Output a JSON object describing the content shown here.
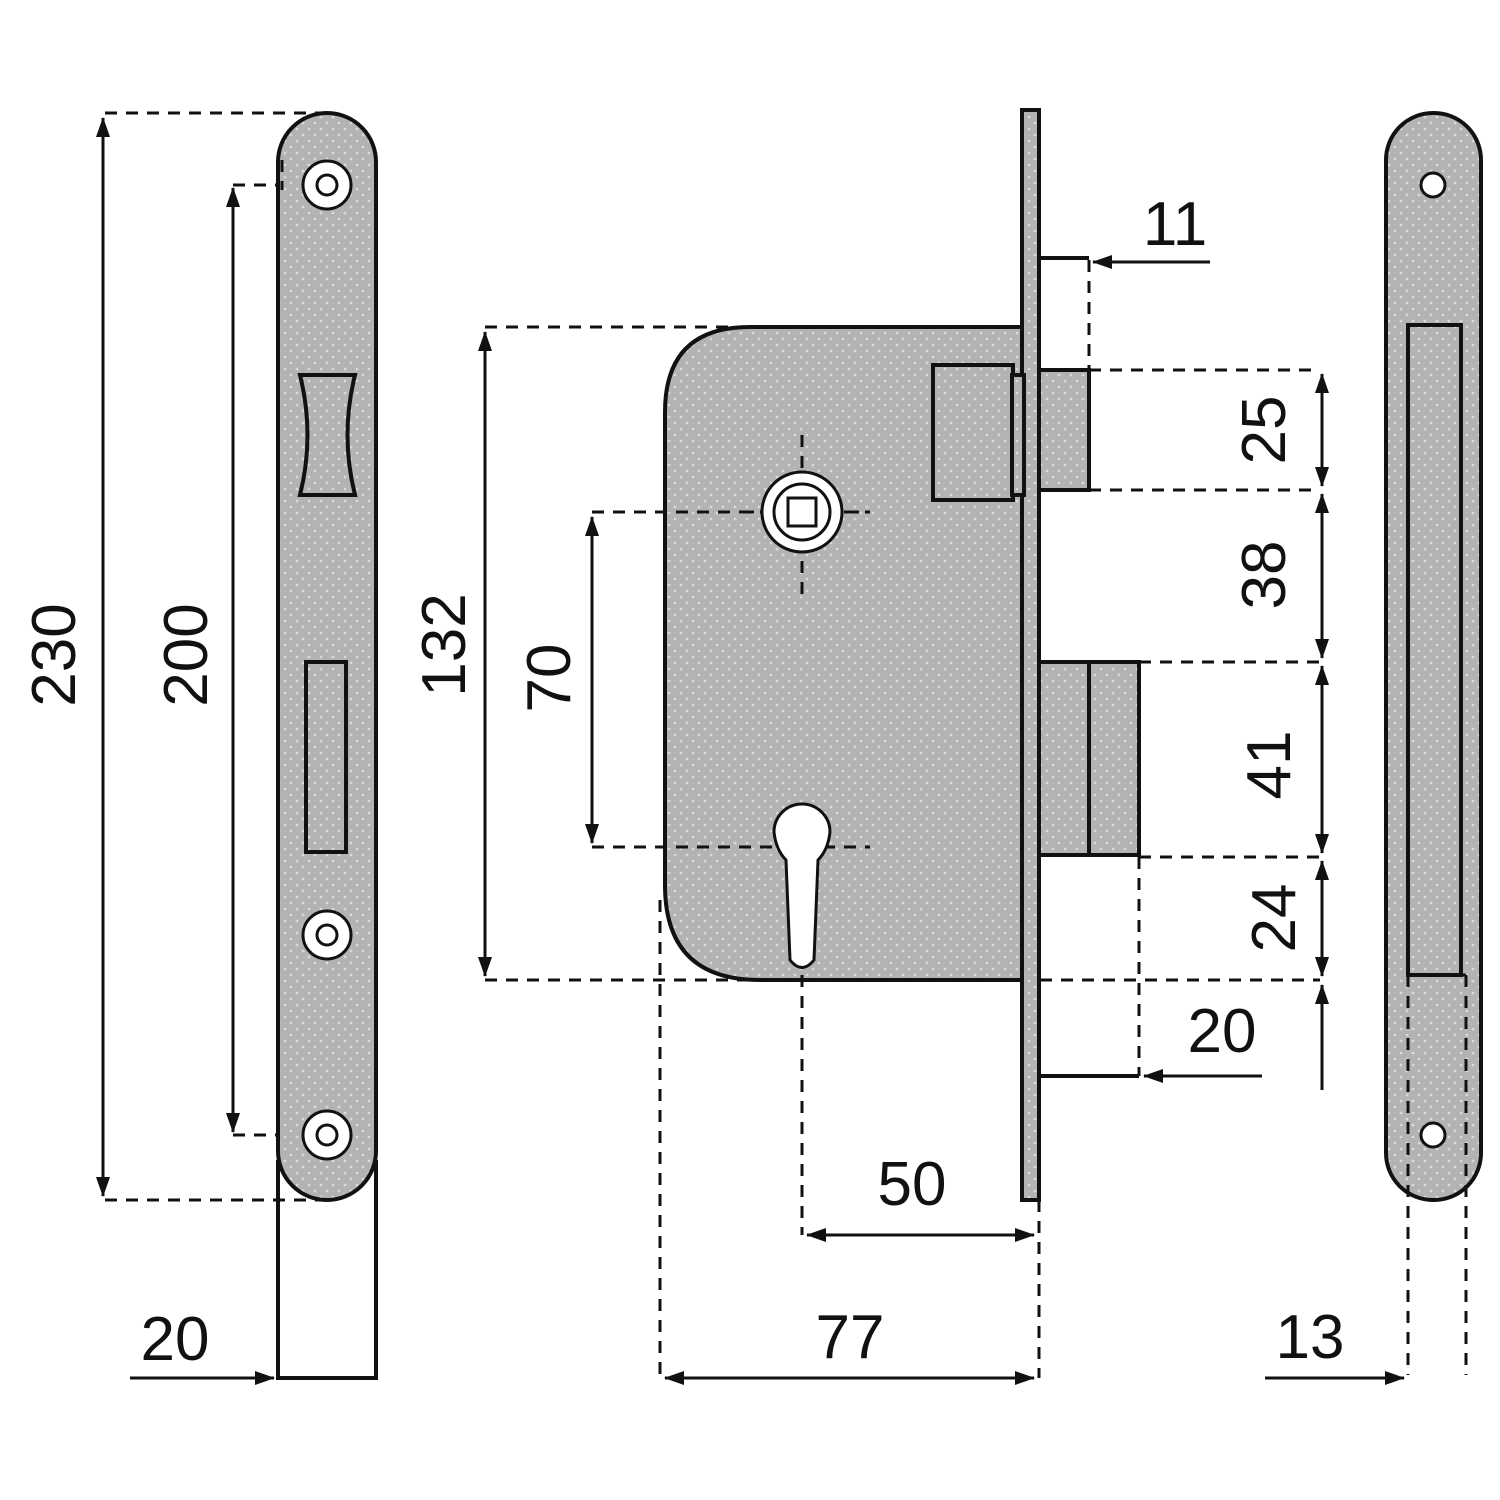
{
  "dimensions": {
    "faceplate_length": "230",
    "screw_spacing": "200",
    "faceplate_width_left": "20",
    "case_height": "132",
    "handle_to_cylinder": "70",
    "bolt_projection": "11",
    "deadbolt_height": "25",
    "gap_bolts": "38",
    "latch_height": "41",
    "latch_to_bottom": "24",
    "latch_projection": "20",
    "backset": "50",
    "case_depth": "77",
    "faceplate_thickness": "13"
  },
  "colors": {
    "line": "#111111",
    "metal": "#b3b3b3",
    "dot": "#d9d9d9",
    "background": "#ffffff"
  },
  "icons": {
    "screw": "screw-icon",
    "handle_hub": "follower-hub-icon",
    "keyhole": "euro-cylinder-keyhole-icon"
  }
}
